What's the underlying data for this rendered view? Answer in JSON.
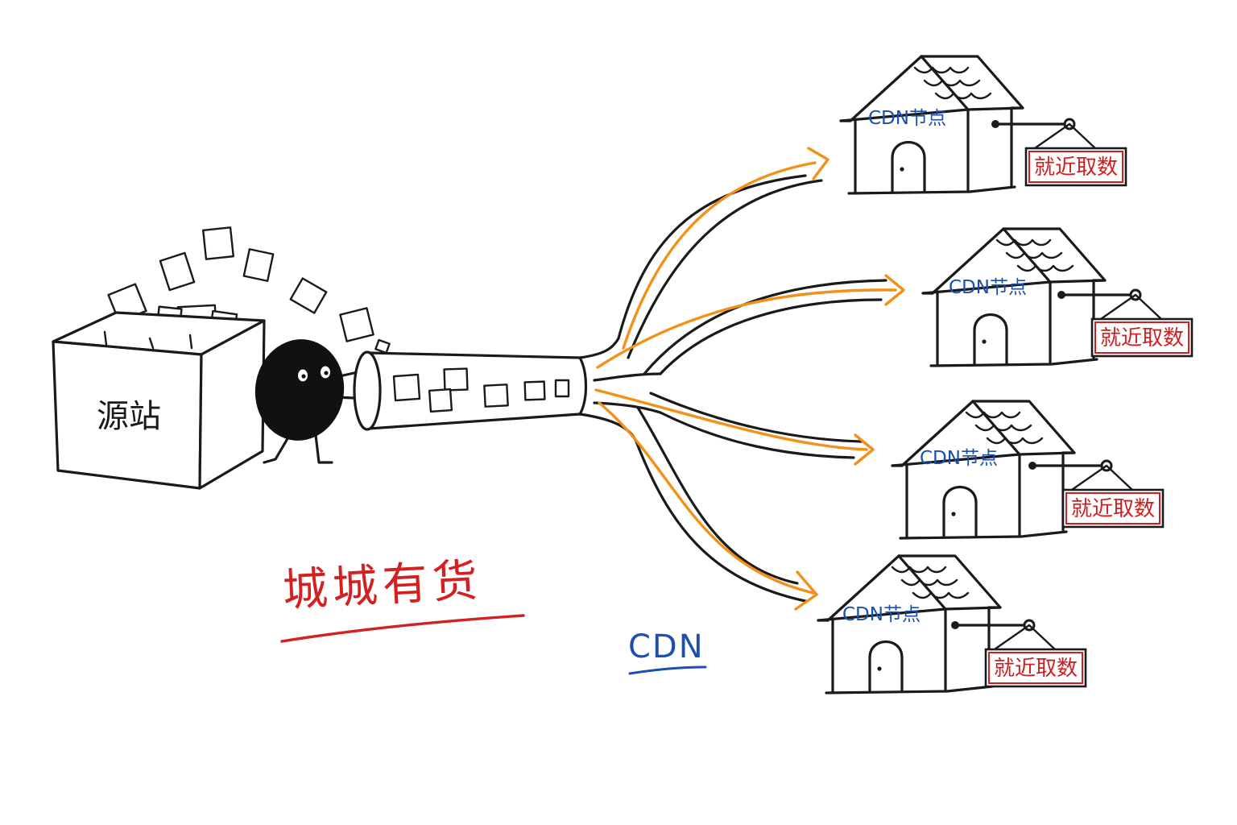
{
  "source": {
    "label": "源站"
  },
  "slogan": {
    "text": "城城有货",
    "color": "#d42020"
  },
  "cdn": {
    "label": "CDN",
    "color": "#1c4fb0"
  },
  "stream_color": "#f39019",
  "nodes": [
    {
      "label": "CDN节点",
      "sign": "就近取数"
    },
    {
      "label": "CDN节点",
      "sign": "就近取数"
    },
    {
      "label": "CDN节点",
      "sign": "就近取数"
    },
    {
      "label": "CDN节点",
      "sign": "就近取数"
    }
  ],
  "icons": {
    "source": "box-icon",
    "mascot": "blob-character-icon",
    "pipe": "pipe-icon",
    "house": "house-icon"
  }
}
